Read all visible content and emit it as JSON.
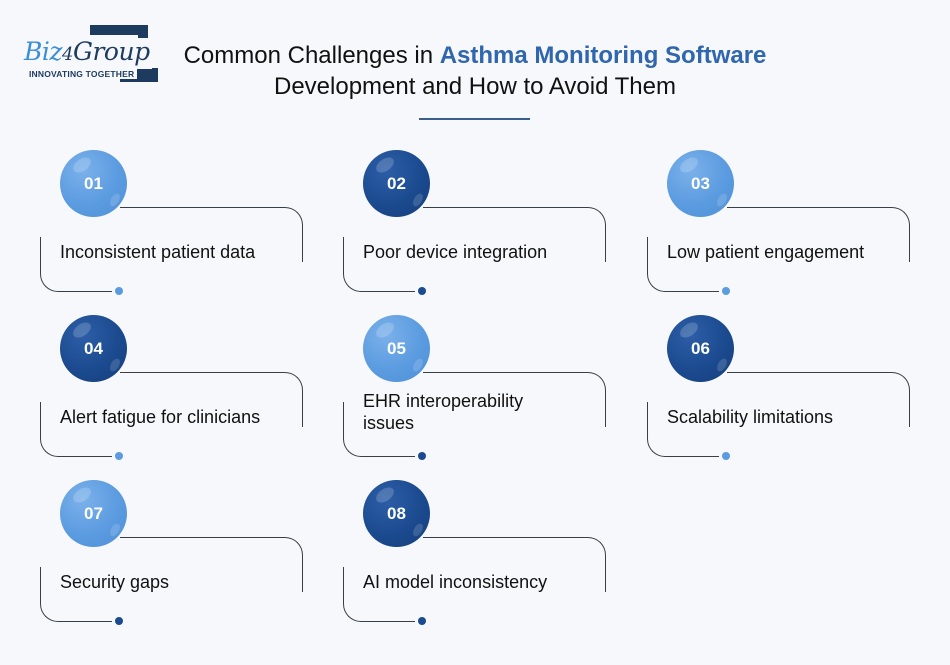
{
  "logo": {
    "word_part1": "Biz",
    "word_part2": "4",
    "word_part3": "Group",
    "tagline": "INNOVATING TOGETHER"
  },
  "title": {
    "line1_prefix": "Common Challenges in ",
    "line1_accent": "Asthma Monitoring Software",
    "line2": "Development and How to Avoid Them"
  },
  "colors": {
    "background": "#f6f8fb",
    "accent_light": "#5b9be0",
    "accent_dark": "#1b4a8f",
    "title_accent": "#2f66ad",
    "logo_dark": "#1d3a5f",
    "line": "#3a3f46"
  },
  "cards": [
    {
      "number": "01",
      "label": "Inconsistent patient data",
      "circle": "light",
      "dot": "light"
    },
    {
      "number": "02",
      "label": "Poor device integration",
      "circle": "dark",
      "dot": "dark"
    },
    {
      "number": "03",
      "label": "Low patient engagement",
      "circle": "light",
      "dot": "light"
    },
    {
      "number": "04",
      "label": "Alert fatigue for clinicians",
      "circle": "dark",
      "dot": "light"
    },
    {
      "number": "05",
      "label": "EHR interoperability issues",
      "circle": "light",
      "dot": "dark"
    },
    {
      "number": "06",
      "label": "Scalability limitations",
      "circle": "dark",
      "dot": "light"
    },
    {
      "number": "07",
      "label": "Security gaps",
      "circle": "light",
      "dot": "dark"
    },
    {
      "number": "08",
      "label": "AI model inconsistency",
      "circle": "dark",
      "dot": "dark"
    }
  ]
}
